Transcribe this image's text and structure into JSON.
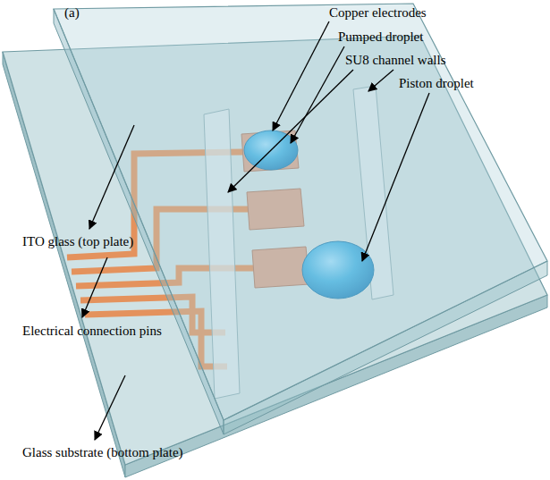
{
  "diagram": {
    "labels": [
      "(a)",
      "Copper electrodes",
      "Pumped droplet",
      "SU8 channel walls",
      "Piston droplet",
      "ITO glass (top plate)",
      "Electrical connection pins",
      "Glass substrate (bottom plate)"
    ]
  }
}
